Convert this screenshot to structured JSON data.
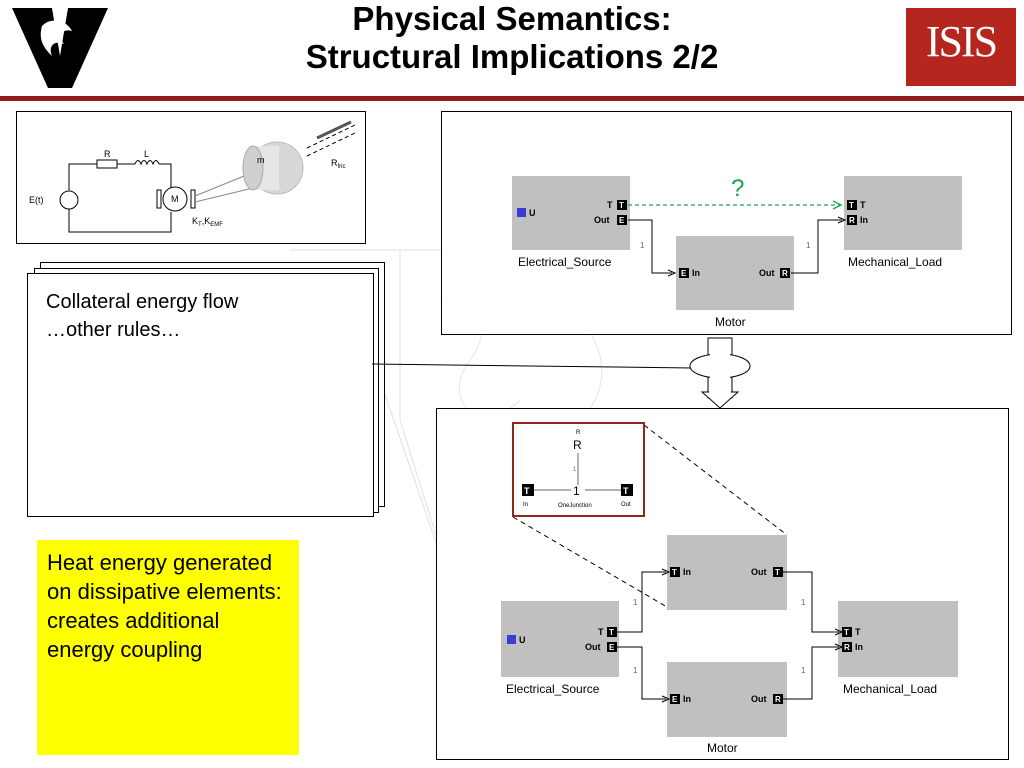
{
  "slide": {
    "title_line1": "Physical Semantics:",
    "title_line2": "Structural Implications 2/2",
    "logo_left_letter": "V",
    "logo_right_text": "ISIS"
  },
  "circuit": {
    "R": "R",
    "L": "L",
    "source": "E(t)",
    "motor": "M",
    "mass": "m",
    "friction": "R",
    "friction_sub": "fric",
    "constants": "K",
    "const_sub1": "T",
    "const_sep": ",K",
    "const_sub2": "EMF"
  },
  "notes": {
    "line1": "Collateral energy flow",
    "line2": "…other rules…",
    "heat": "Heat energy generated on dissipative elements: creates additional energy coupling"
  },
  "top_model": {
    "question": "?",
    "elec_name": "Electrical_Source",
    "elec_u": "U",
    "elec_t": "T",
    "elec_out": "Out",
    "mech_name": "Mechanical_Load",
    "mech_t": "T",
    "mech_in": "In",
    "motor_name": "Motor",
    "motor_in": "In",
    "motor_out": "Out",
    "mult1": "1",
    "mult2": "1",
    "port_T": "T",
    "port_E": "E",
    "port_R": "R"
  },
  "bottom_model": {
    "junction_R_small": "R",
    "junction_R": "R",
    "junction_one": "1",
    "junction_name": "OneJunction",
    "junction_in": "In",
    "junction_out": "Out",
    "junction_mult": "1",
    "elec_name": "Electrical_Source",
    "elec_u": "U",
    "elec_t": "T",
    "elec_out": "Out",
    "mech_name": "Mechanical_Load",
    "mech_t": "T",
    "mech_in": "In",
    "motor_name": "Motor",
    "block_in": "In",
    "block_out": "Out",
    "mult": "1",
    "port_T": "T",
    "port_E": "E",
    "port_R": "R"
  },
  "colors": {
    "title_rule": "#8b1d1d",
    "block_fill": "#c0c0c0",
    "dashed_link": "#1aa34a",
    "highlight_border": "#8b2a1a",
    "note_fill": "#ffff00",
    "u_port": "#3b3bd6"
  }
}
